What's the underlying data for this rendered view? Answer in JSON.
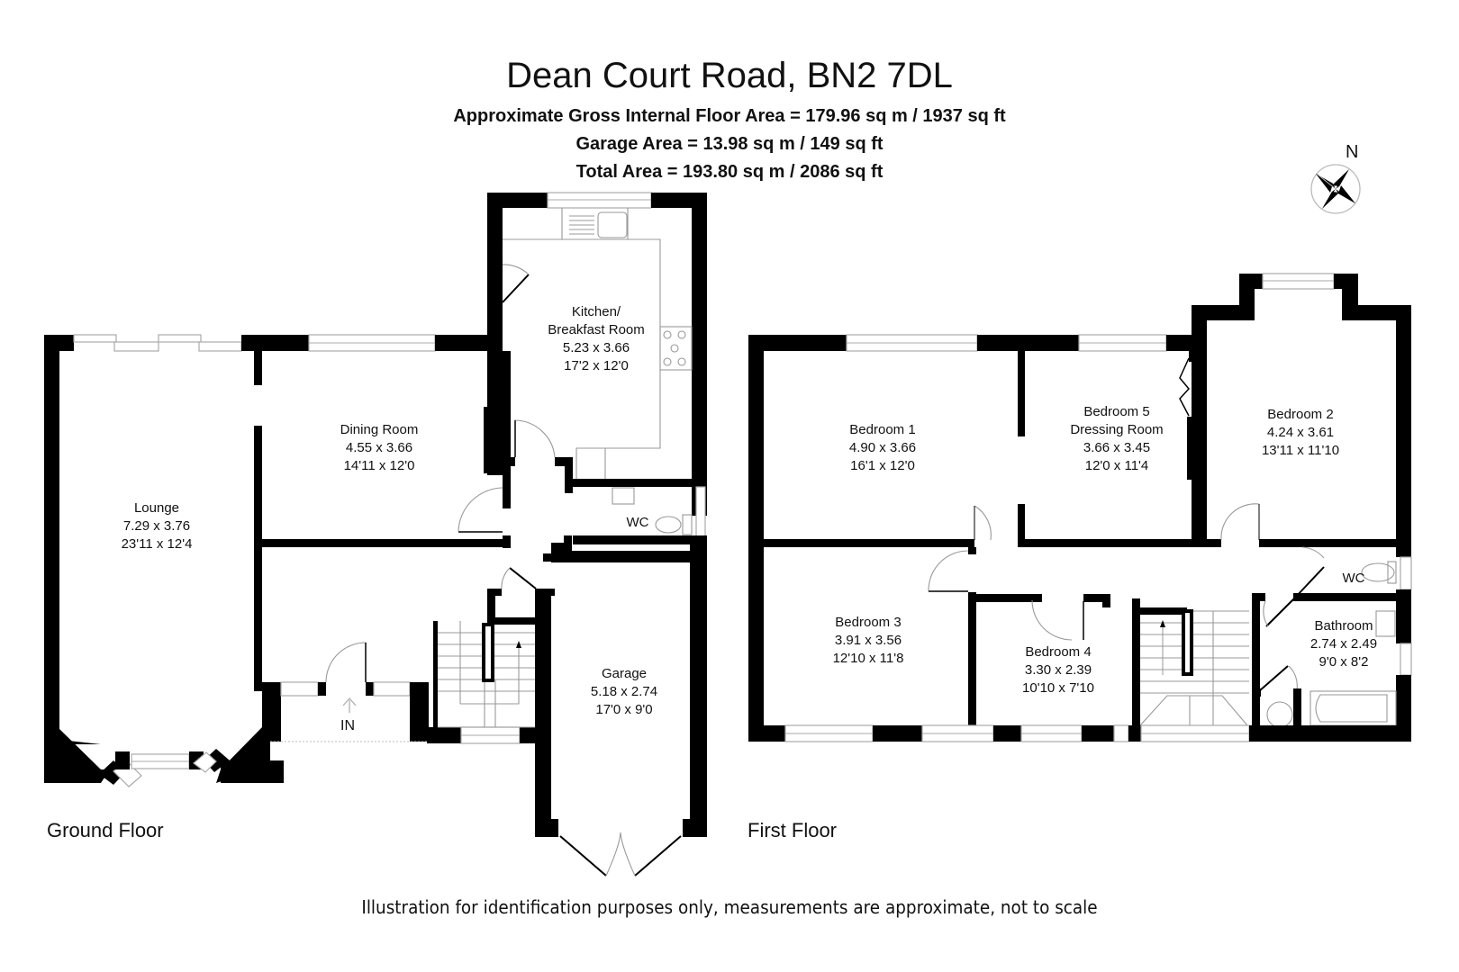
{
  "header": {
    "title": "Dean Court Road, BN2 7DL",
    "gross_area": "Approximate Gross Internal Floor Area = 179.96 sq m / 1937 sq ft",
    "garage_area": "Garage Area = 13.98 sq m / 149 sq ft",
    "total_area": "Total Area = 193.80 sq m / 2086 sq ft"
  },
  "compass": {
    "icon": "compass-rose-icon",
    "north_label": "N"
  },
  "ground_floor": {
    "label": "Ground Floor",
    "entrance_label": "IN",
    "rooms": [
      {
        "name": "Lounge",
        "metric": "7.29 x 3.76",
        "imperial": "23'11 x 12'4"
      },
      {
        "name": "Dining Room",
        "metric": "4.55 x 3.66",
        "imperial": "14'11 x 12'0"
      },
      {
        "name": "Kitchen/",
        "name2": "Breakfast Room",
        "metric": "5.23 x 3.66",
        "imperial": "17'2 x 12'0"
      },
      {
        "name": "WC"
      },
      {
        "name": "Garage",
        "metric": "5.18 x 2.74",
        "imperial": "17'0 x 9'0"
      }
    ]
  },
  "first_floor": {
    "label": "First Floor",
    "rooms": [
      {
        "name": "Bedroom 1",
        "metric": "4.90 x 3.66",
        "imperial": "16'1 x 12'0"
      },
      {
        "name": "Bedroom 5",
        "name2": "Dressing Room",
        "metric": "3.66 x 3.45",
        "imperial": "12'0 x 11'4"
      },
      {
        "name": "Bedroom 2",
        "metric": "4.24 x 3.61",
        "imperial": "13'11 x 11'10"
      },
      {
        "name": "Bedroom 3",
        "metric": "3.91 x 3.56",
        "imperial": "12'10 x 11'8"
      },
      {
        "name": "Bedroom 4",
        "metric": "3.30 x 2.39",
        "imperial": "10'10 x 7'10"
      },
      {
        "name": "WC"
      },
      {
        "name": "Bathroom",
        "metric": "2.74 x 2.49",
        "imperial": "9'0 x 8'2"
      }
    ]
  },
  "footer": {
    "disclaimer": "Illustration for identification purposes only, measurements are approximate, not to scale"
  }
}
